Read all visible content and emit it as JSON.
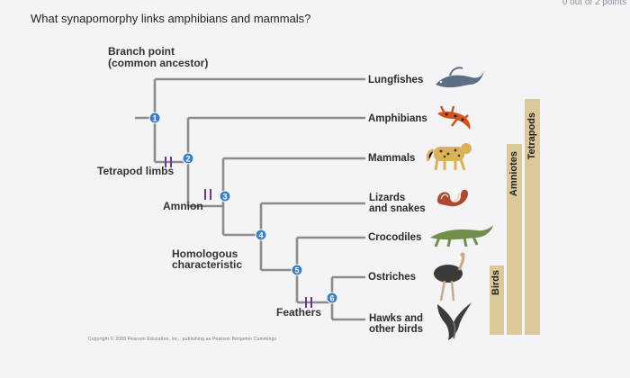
{
  "header": {
    "score": "0 out of 2 points",
    "question": "What synapomorphy links amphibians and mammals?"
  },
  "diagram": {
    "branch_point_line1": "Branch point",
    "branch_point_line2": "(common ancestor)",
    "characters": {
      "tetrapod_limbs": "Tetrapod limbs",
      "amnion": "Amnion",
      "homologous_line1": "Homologous",
      "homologous_line2": "characteristic",
      "feathers": "Feathers"
    },
    "nodes": [
      "1",
      "2",
      "3",
      "4",
      "5",
      "6"
    ],
    "taxa": {
      "lungfishes": "Lungfishes",
      "amphibians": "Amphibians",
      "mammals": "Mammals",
      "lizards_line1": "Lizards",
      "lizards_line2": "and snakes",
      "crocodiles": "Crocodiles",
      "ostriches": "Ostriches",
      "hawks_line1": "Hawks and",
      "hawks_line2": "other birds"
    },
    "groups": {
      "tetrapods": "Tetrapods",
      "amniotes": "Amniotes",
      "birds": "Birds"
    },
    "animal_icons": [
      "lungfish-icon",
      "salamander-icon",
      "leopard-icon",
      "snake-icon",
      "crocodile-icon",
      "ostrich-icon",
      "hawk-icon"
    ],
    "colors": {
      "branch": "#8c8c8c",
      "node": "#3d7fc4",
      "tick": "#6a3a8c",
      "group_bar": "#dcc99a"
    }
  },
  "footer": {
    "copyright": "Copyright © 2008 Pearson Education, Inc., publishing as Pearson Benjamin Cummings"
  }
}
